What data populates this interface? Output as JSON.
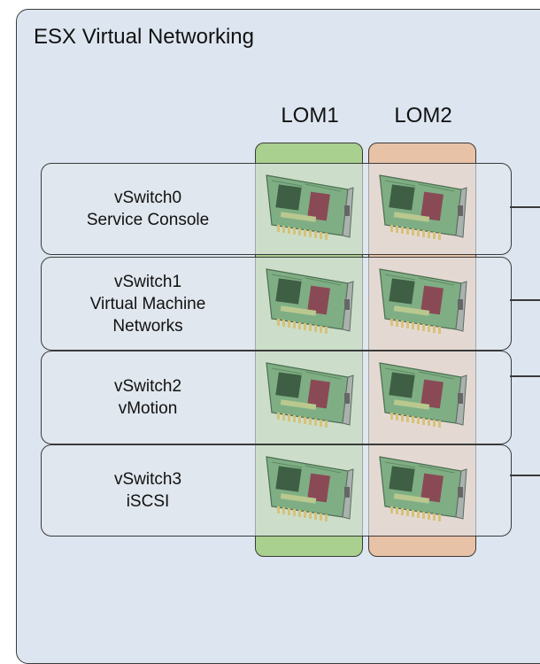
{
  "diagram": {
    "title": "ESX Virtual Networking",
    "colors": {
      "host_bg": "#dde6f0",
      "lom1": "#a9d08e",
      "lom2": "#e8c2a6",
      "vswitch_bg": "#e2e7ee"
    },
    "loms": [
      {
        "label": "LOM1"
      },
      {
        "label": "LOM2"
      }
    ],
    "vswitches": [
      {
        "lines": [
          "vSwitch0",
          "Service Console"
        ]
      },
      {
        "lines": [
          "vSwitch1",
          "Virtual Machine",
          "Networks"
        ]
      },
      {
        "lines": [
          "vSwitch2",
          "vMotion"
        ]
      },
      {
        "lines": [
          "vSwitch3",
          "iSCSI"
        ]
      }
    ],
    "nic_icon": "network-card-icon"
  }
}
